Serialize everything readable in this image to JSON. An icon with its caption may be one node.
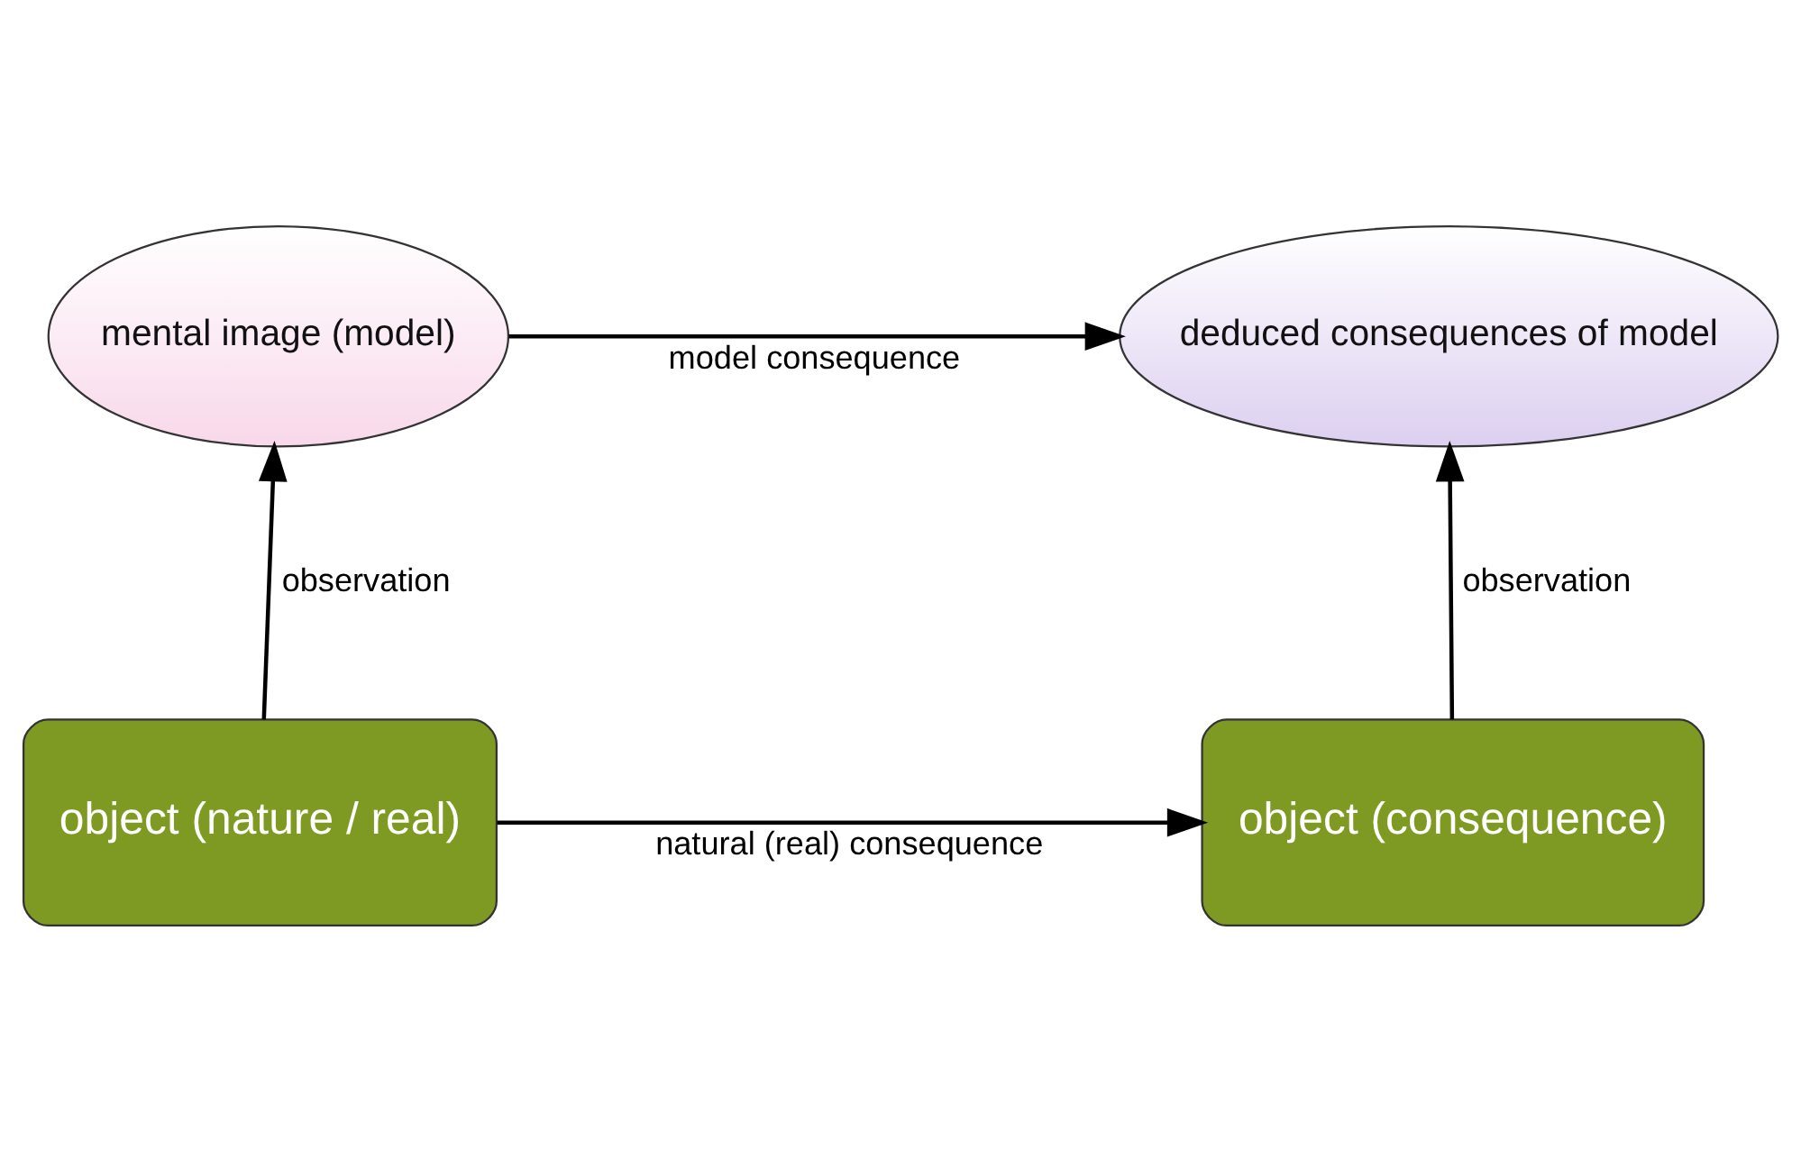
{
  "diagram": {
    "nodes": [
      {
        "text": [
          "mental image (model)"
        ]
      },
      {
        "text": [
          "deduced consequences of model"
        ]
      },
      {
        "text": [
          "object (nature / real)"
        ]
      },
      {
        "text": [
          "object (consequence)"
        ]
      }
    ],
    "edges": [
      {
        "from": 0,
        "to": 1,
        "arrow": "to",
        "label": "model consequence"
      },
      {
        "from": 2,
        "to": 0,
        "arrow": "to",
        "label": "observation"
      },
      {
        "from": 2,
        "to": 3,
        "arrow": "to",
        "label": "natural (real) consequence"
      },
      {
        "from": 3,
        "to": 1,
        "arrow": "to",
        "label": "observation"
      }
    ]
  }
}
